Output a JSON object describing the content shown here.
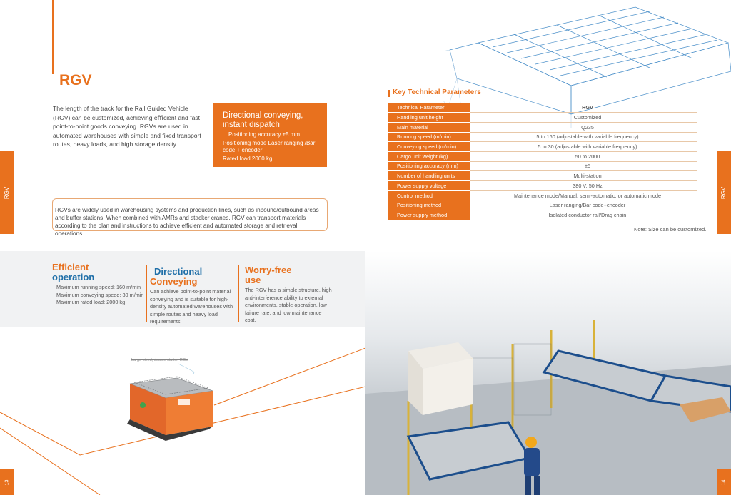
{
  "colors": {
    "accent": "#e8711e",
    "heading_blue": "#1f6fa8",
    "band": "#f1f2f3"
  },
  "side_tabs": {
    "left": "RGV",
    "right": "RGV"
  },
  "page_numbers": {
    "left": "13",
    "right": "14"
  },
  "title": "RGV",
  "intro": "The length of the track for the Rail Guided Vehicle (RGV) can be customized, achieving eﬃcient and fast point-to-point goods conveying. RGVs are used in automated warehouses with simple and fixed transport routes, heavy loads, and high storage density.",
  "highlight": {
    "heading": "Directional conveying, instant dispatch",
    "lines": [
      "Positioning accuracy ±5 mm",
      "Positioning mode Laser ranging /Bar code + encoder",
      "Rated load 2000 kg"
    ]
  },
  "usage": "RGVs are widely used in warehousing systems and production lines, such as inbound/outbound areas and buffer stations. When combined with AMRs and stacker cranes, RGV can transport materials according to the plan and instructions to achieve efficient and automated storage and retrieval operations.",
  "features": [
    {
      "title_a": "Efficient",
      "title_b": "operation",
      "body": "Maximum running speed: 160 m/min\nMaximum conveying speed: 30 m/min\nMaximum rated load: 2000 kg"
    },
    {
      "title_a": "Directional",
      "title_b": "Conveying",
      "body": "Can achieve point-to-point material conveying and is suitable for high-density automated warehouses with simple routes and heavy load requirements."
    },
    {
      "title_a": "Worry-free",
      "title_b": "use",
      "body": "The RGV has a simple structure, high anti-interference ability to external environments, stable operation, low failure rate, and low maintenance cost."
    }
  ],
  "rgv_callout": "Large-sized, double-station RGV",
  "tech": {
    "heading": "Key Technical Parameters",
    "rows": [
      {
        "k": "Technical Parameter",
        "v": "RGV"
      },
      {
        "k": "Handling unit height",
        "v": "Customized"
      },
      {
        "k": "Main material",
        "v": "Q235"
      },
      {
        "k": "Running speed (m/min)",
        "v": "5 to 160 (adjustable with variable frequency)"
      },
      {
        "k": "Conveying speed (m/min)",
        "v": "5 to 30 (adjustable with variable frequency)"
      },
      {
        "k": "Cargo unit weight (kg)",
        "v": "50 to 2000"
      },
      {
        "k": "Positioning accuracy (mm)",
        "v": "±5"
      },
      {
        "k": "Number of handling units",
        "v": "Multi-station"
      },
      {
        "k": "Power supply voltage",
        "v": "380 V, 50 Hz"
      },
      {
        "k": "Control method",
        "v": "Maintenance mode/Manual, semi-automatic, or automatic mode"
      },
      {
        "k": "Positioning method",
        "v": "Laser ranging/Bar code+encoder"
      },
      {
        "k": "Power supply method",
        "v": "Isolated conductor rail/Drag chain"
      }
    ],
    "note": "Note: Size can be customized."
  }
}
